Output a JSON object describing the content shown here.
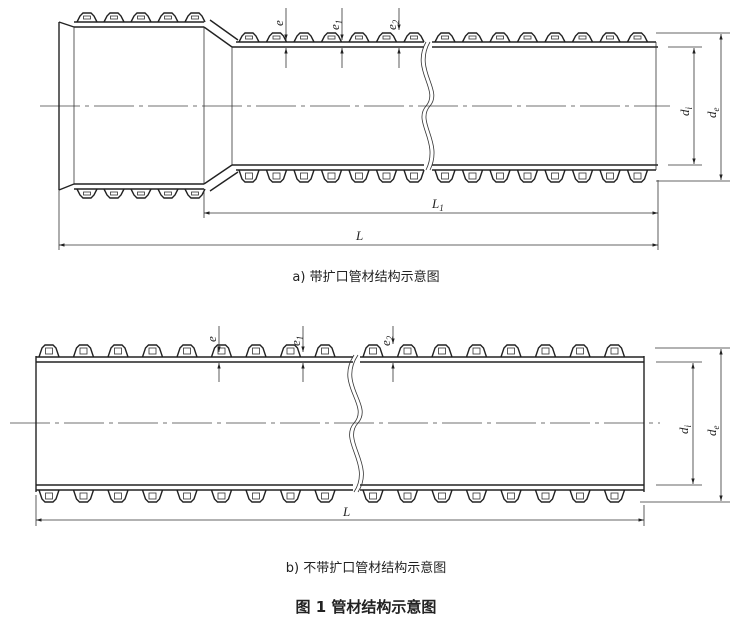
{
  "figure": {
    "caption_a": "a) 带扩口管材结构示意图",
    "caption_b": "b) 不带扩口管材结构示意图",
    "title": "图 1   管材结构示意图"
  },
  "labels": {
    "e": "e",
    "e1_base": "e",
    "e1_sub": "1",
    "e2_base": "e",
    "e2_sub": "2",
    "di_base": "d",
    "di_sub": "i",
    "de_base": "d",
    "de_sub": "e",
    "L1_base": "L",
    "L1_sub": "1",
    "L": "L"
  },
  "colors": {
    "line": "#222222",
    "background": "#ffffff"
  }
}
